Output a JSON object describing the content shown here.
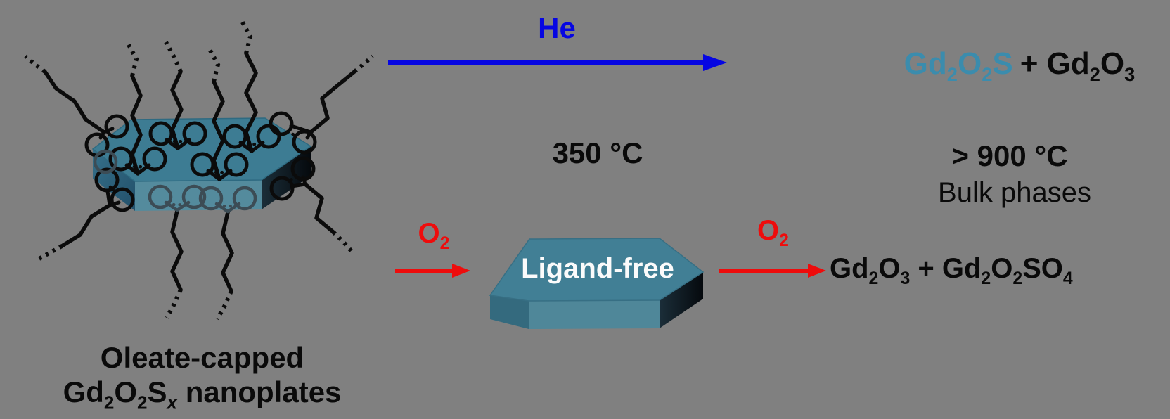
{
  "colors": {
    "background": "#808080",
    "blue": "#0606e2",
    "red": "#ee0c0c",
    "teal_text": "#3b8cad",
    "plate_top": "#3d7c93",
    "plate_front": "#548b9d",
    "text_black": "#0a0a0a",
    "plate_label_white": "#fbfbfb"
  },
  "reactant": {
    "label_line1": "Oleate-capped",
    "label_line2": "Gd~2~O~2~S~x~ nanoplates"
  },
  "he_route": {
    "gas": "He",
    "temperature": "350 °C",
    "product_teal": "Gd~2~O~2~S",
    "product_rest": "+ Gd~2~O~3",
    "condition": "> 900 °C",
    "condition_note": "Bulk phases"
  },
  "o2_route": {
    "gas_1": "O~2~",
    "intermediate_label": "Ligand-free",
    "gas_2": "O~2~",
    "products": "Gd~2~O~3~ + Gd~2~O~2~SO~4~"
  }
}
